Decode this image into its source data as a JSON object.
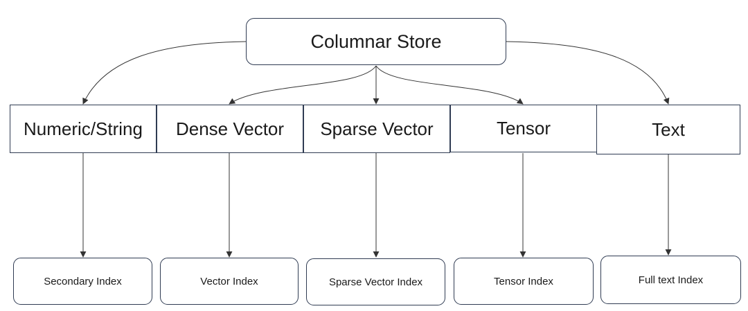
{
  "diagram": {
    "root": {
      "label": "Columnar Store"
    },
    "data_types": [
      {
        "label": "Numeric/String"
      },
      {
        "label": "Dense Vector"
      },
      {
        "label": "Sparse Vector"
      },
      {
        "label": "Tensor"
      },
      {
        "label": "Text"
      }
    ],
    "indexes": [
      {
        "label": "Secondary Index"
      },
      {
        "label": "Vector Index"
      },
      {
        "label": "Sparse Vector Index"
      },
      {
        "label": "Tensor Index"
      },
      {
        "label": "Full text Index"
      }
    ],
    "colors": {
      "box_border": "#2f3b52",
      "arrow": "#333333",
      "background": "#ffffff"
    }
  }
}
